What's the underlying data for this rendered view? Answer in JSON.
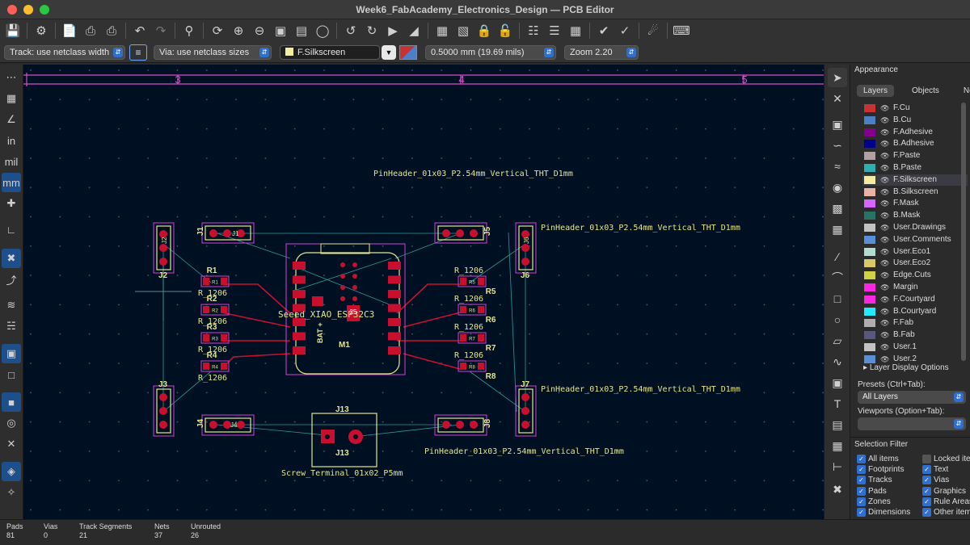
{
  "window": {
    "title": "Week6_FabAcademy_Electronics_Design — PCB Editor"
  },
  "colors": {
    "silk": "#e5e58c",
    "pad": "#c8102e",
    "courtyard": "#d43fd4",
    "ratsnest": "#2a9a9a",
    "track": "#c8102e",
    "ruler": "#d64ec8"
  },
  "options": {
    "track": "Track: use netclass width",
    "via": "Via: use netclass sizes",
    "layer": "F.Silkscreen",
    "grid": "0.5000 mm (19.69 mils)",
    "zoom": "Zoom 2.20"
  },
  "ruler": {
    "marks": [
      "3",
      "4",
      "5"
    ]
  },
  "board": {
    "labels": {
      "ph_top": "PinHeader_01x03_P2.54mm_Vertical_THT_D1mm",
      "ph_j5": "PinHeader_01x03_P2.54mm_Vertical_THT_D1mm",
      "ph_j7": "PinHeader_01x03_P2.54mm_Vertical_THT_D1mm",
      "ph_bot": "PinHeader_01x03_P2.54mm_Vertical_THT_D1mm",
      "screw": "Screw_Terminal_01x02_P5mm",
      "j13_top": "J13",
      "j13_bot": "J13",
      "module": "Seeed_XIAO_ESP32C3",
      "m1": "M1",
      "bat": "BAT +",
      "j1": "J1",
      "j2": "J2",
      "j3": "J3",
      "j4": "J4",
      "j5": "J5",
      "j6": "J6",
      "j7": "J7",
      "j8": "J8",
      "j1in": "J1",
      "j2in": "J2",
      "j6in": "J6",
      "j4in": "J4"
    },
    "resistors": [
      {
        "ref": "R1",
        "val": "R_1206"
      },
      {
        "ref": "R2",
        "val": "R_1206"
      },
      {
        "ref": "R3",
        "val": "R_1206"
      },
      {
        "ref": "R4",
        "val": "R_1206"
      },
      {
        "ref": "R5",
        "val": "R_1206"
      },
      {
        "ref": "R6",
        "val": "R_1206"
      },
      {
        "ref": "R7",
        "val": "R_1206"
      },
      {
        "ref": "R8",
        "val": "R_1206"
      }
    ]
  },
  "panel": {
    "title": "Appearance",
    "tabs": [
      "Layers",
      "Objects",
      "Nets"
    ],
    "layers": [
      {
        "name": "F.Cu",
        "color": "#c83232"
      },
      {
        "name": "B.Cu",
        "color": "#4d7fc4"
      },
      {
        "name": "F.Adhesive",
        "color": "#84008a"
      },
      {
        "name": "B.Adhesive",
        "color": "#00008a"
      },
      {
        "name": "F.Paste",
        "color": "#b4a0a0"
      },
      {
        "name": "B.Paste",
        "color": "#2fb0b0"
      },
      {
        "name": "F.Silkscreen",
        "color": "#f2eda1"
      },
      {
        "name": "B.Silkscreen",
        "color": "#e8b2a7"
      },
      {
        "name": "F.Mask",
        "color": "#d864ff"
      },
      {
        "name": "B.Mask",
        "color": "#2a7266"
      },
      {
        "name": "User.Drawings",
        "color": "#c2c2c2"
      },
      {
        "name": "User.Comments",
        "color": "#5a8fd8"
      },
      {
        "name": "User.Eco1",
        "color": "#b4dbd2"
      },
      {
        "name": "User.Eco2",
        "color": "#d8c86a"
      },
      {
        "name": "Edge.Cuts",
        "color": "#d0d244"
      },
      {
        "name": "Margin",
        "color": "#ff26e2"
      },
      {
        "name": "F.Courtyard",
        "color": "#ff26e2"
      },
      {
        "name": "B.Courtyard",
        "color": "#26e9ff"
      },
      {
        "name": "F.Fab",
        "color": "#afafaf"
      },
      {
        "name": "B.Fab",
        "color": "#58587e"
      },
      {
        "name": "User.1",
        "color": "#c2c2c2"
      },
      {
        "name": "User.2",
        "color": "#5a8fd8"
      }
    ],
    "layer_display": "Layer Display Options",
    "presets_label": "Presets (Ctrl+Tab):",
    "presets_value": "All Layers",
    "viewports_label": "Viewports (Option+Tab):",
    "viewports_value": "",
    "selection_filter": "Selection Filter",
    "filters": [
      {
        "label": "All items",
        "on": true
      },
      {
        "label": "Locked items",
        "on": false
      },
      {
        "label": "Footprints",
        "on": true
      },
      {
        "label": "Text",
        "on": true
      },
      {
        "label": "Tracks",
        "on": true
      },
      {
        "label": "Vias",
        "on": true
      },
      {
        "label": "Pads",
        "on": true
      },
      {
        "label": "Graphics",
        "on": true
      },
      {
        "label": "Zones",
        "on": true
      },
      {
        "label": "Rule Areas",
        "on": true
      },
      {
        "label": "Dimensions",
        "on": true
      },
      {
        "label": "Other items",
        "on": true
      }
    ]
  },
  "status": {
    "items": [
      {
        "label": "Pads",
        "value": "81"
      },
      {
        "label": "Vias",
        "value": "0"
      },
      {
        "label": "Track Segments",
        "value": "21"
      },
      {
        "label": "Nets",
        "value": "37"
      },
      {
        "label": "Unrouted",
        "value": "26"
      }
    ]
  }
}
